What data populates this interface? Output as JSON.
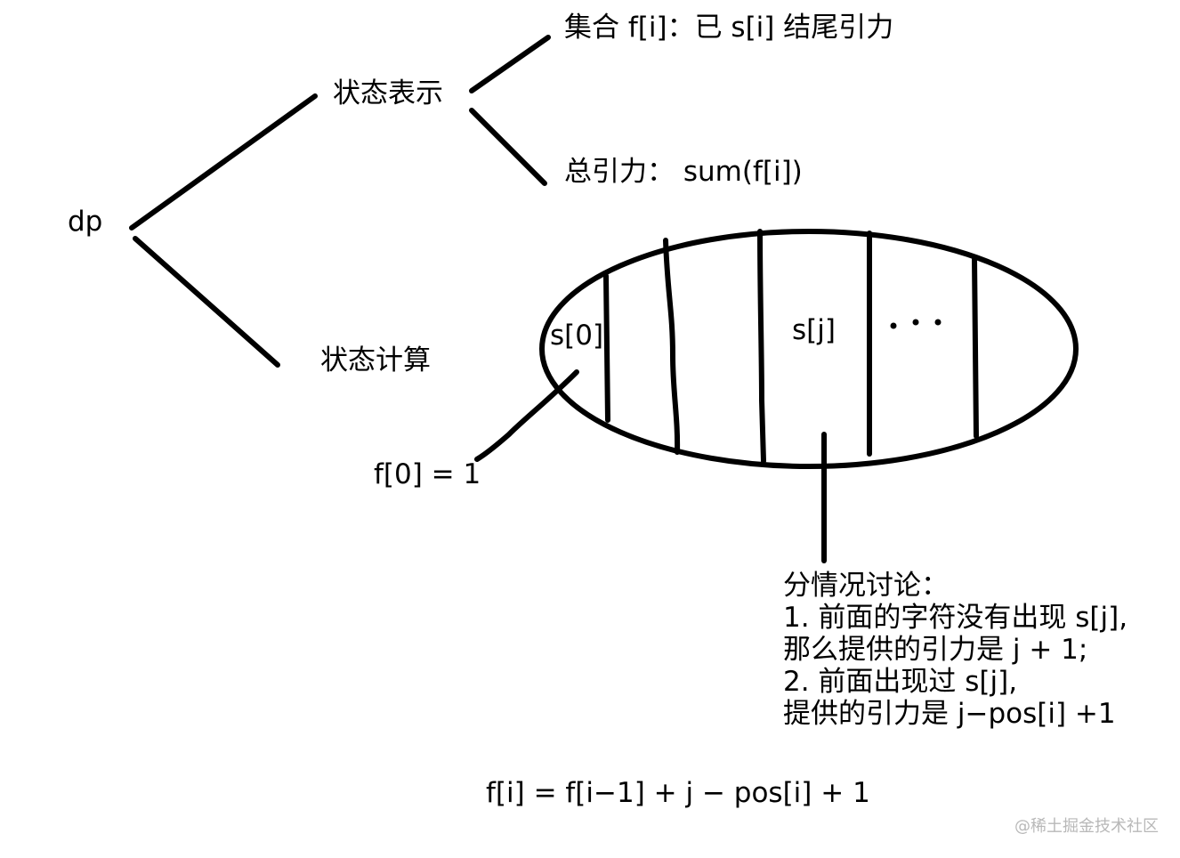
{
  "root": {
    "label": "dp"
  },
  "branches": {
    "state_repr": {
      "label": "状态表示",
      "children": {
        "set": "集合 f[i]：已 s[i] 结尾引力",
        "total": "总引力：  sum(f[i])"
      }
    },
    "state_calc": {
      "label": "状态计算"
    }
  },
  "ellipse": {
    "first_cell": "s[0]",
    "j_cell": "s[j]",
    "ellipsis": "· · ·"
  },
  "annotations": {
    "base_case": "f[0] = 1",
    "cases_title": "分情况讨论：",
    "cases": [
      "1. 前面的字符没有出现 s[j],",
      "那么提供的引力是 j + 1;",
      "2. 前面出现过 s[j],",
      "提供的引力是  j−pos[i] +1"
    ]
  },
  "formula": "f[i] = f[i−1] + j − pos[i] + 1",
  "watermark": "@稀土掘金技术社区",
  "colors": {
    "stroke": "#000000",
    "background": "#ffffff",
    "watermark": "#b8b8b8"
  }
}
